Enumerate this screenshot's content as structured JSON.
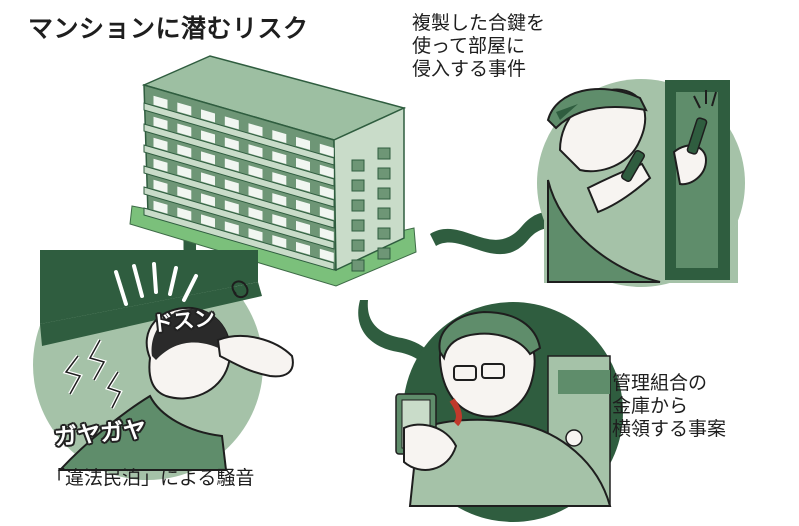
{
  "title": "マンションに潜むリスク",
  "risks": {
    "duplicate_key": {
      "lines": [
        "複製した合鍵を",
        "使って部屋に",
        "侵入する事件"
      ]
    },
    "embezzlement": {
      "lines": [
        "管理組合の",
        "金庫から",
        "横領する事案"
      ]
    },
    "noise": {
      "caption": "「違法民泊」による騒音"
    }
  },
  "sound_effects": {
    "thud": "ドスン",
    "clatter": "ガヤガヤ"
  },
  "colors": {
    "dark_green": "#2f5d3f",
    "mid_green": "#5f8d6b",
    "light_green": "#a5c2a8",
    "pale_green": "#c9dcc9",
    "building_green": "#6e9676",
    "lawn_green": "#7bc07b",
    "ink": "#1e1e1e",
    "skin": "#f7f4f1"
  }
}
